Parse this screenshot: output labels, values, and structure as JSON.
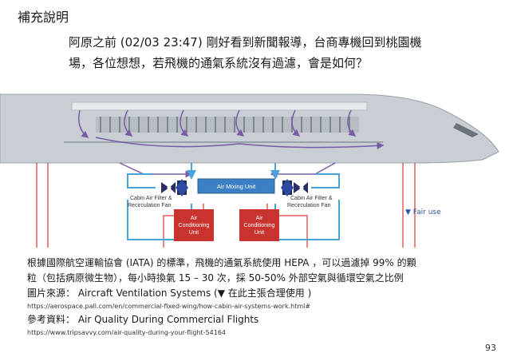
{
  "slide": {
    "title": "補充說明",
    "intro_line1": "阿原之前 (02/03 23:47) 剛好看到新聞報導，台商專機回到桃園機",
    "intro_line2": "場，各位想想，若飛機的通氣系統沒有過濾，會是如何？",
    "page_number": "93",
    "fair_use": "▼ Fair use"
  },
  "diagram": {
    "mixing_unit": "Air Mixing Unit",
    "filter_left_1": "Cabin Air Filter &",
    "filter_left_2": "Recirculation Fan",
    "filter_right_1": "Cabin Air Filter &",
    "filter_right_2": "Recirculation Fan",
    "ac_unit_line1": "Air",
    "ac_unit_line2": "Conditioning",
    "ac_unit_line3": "Unit",
    "colors": {
      "fuselage": "#c9ced4",
      "cabin_air": "#7a5ba8",
      "fresh_air": "#e0605a",
      "filtered_air": "#4aa3d8",
      "mixing_unit": "#3b7fc4",
      "ac_unit": "#c8332e"
    }
  },
  "body": {
    "line1": "根據國際航空運輸協會 (IATA) 的標準，飛機的通氣系統使用 HEPA ，可以過濾掉 99% 的顆",
    "line2": "粒（包括病原微生物），每小時換氣 15 – 30 次，採 50-50% 外部空氣與循環空氣之比例",
    "line3": "圖片來源： Aircraft Ventilation Systems (▼ 在此主張合理使用 )",
    "url1": "https://aerospace.pall.com/en/commercial-fixed-wing/how-cabin-air-systems-work.html#",
    "line4": "參考資料： Air Quality During Commercial Flights",
    "url2": "https://www.tripsavvy.com/air-quality-during-your-flight-54164"
  }
}
